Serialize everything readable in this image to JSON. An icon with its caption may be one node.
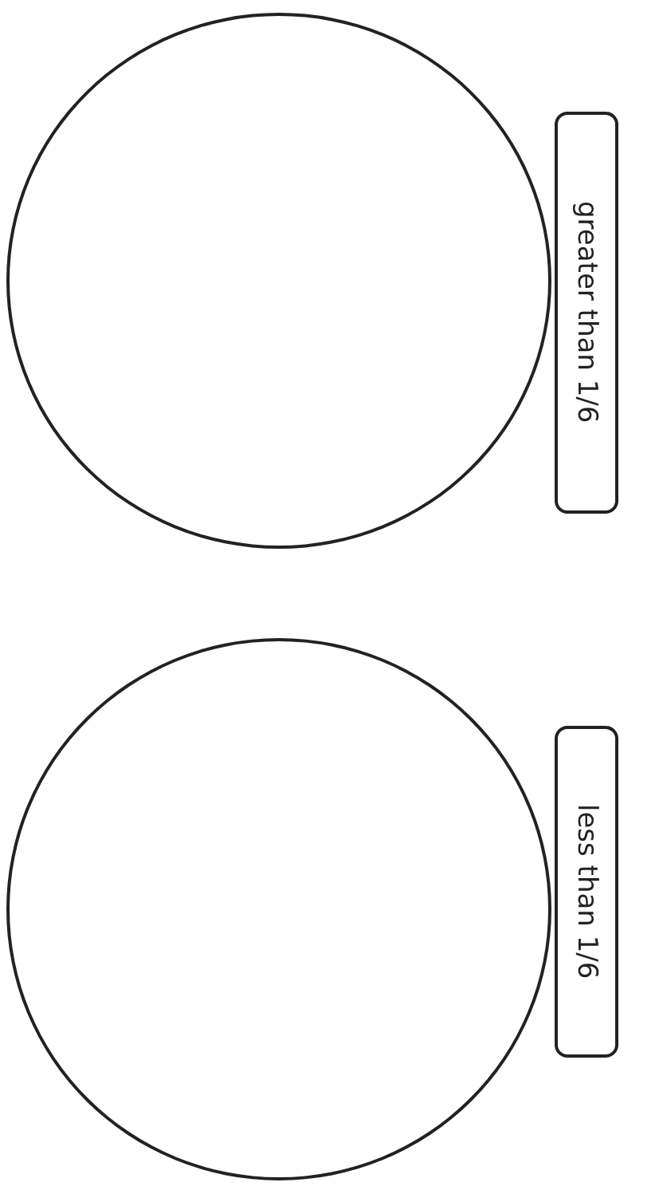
{
  "diagram": {
    "nodes": [
      {
        "text": [],
        "shape": "circle"
      },
      {
        "text": [
          "greater than 1/6"
        ]
      },
      {
        "text": [],
        "shape": "circle"
      },
      {
        "text": [
          "less than 1/6"
        ]
      }
    ]
  }
}
